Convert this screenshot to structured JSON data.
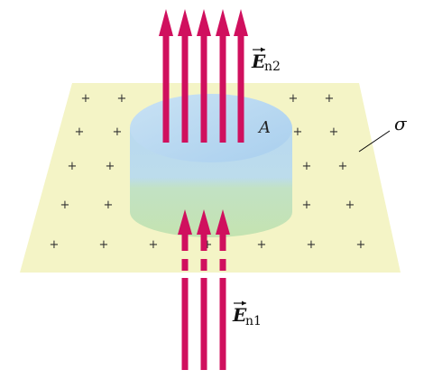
{
  "labels": {
    "field_top": "E",
    "field_top_sub": "n2",
    "field_bottom": "E",
    "field_bottom_sub": "n1",
    "area": "A",
    "sheet": "σ"
  },
  "charge_symbol": "+",
  "colors": {
    "sheet": "#f4f4c6",
    "cylinder_top": "#b7d8f0",
    "cylinder_body_blue": "#bcdcec",
    "cylinder_body_green": "#c4e3b0",
    "arrows": "#d0105e"
  }
}
